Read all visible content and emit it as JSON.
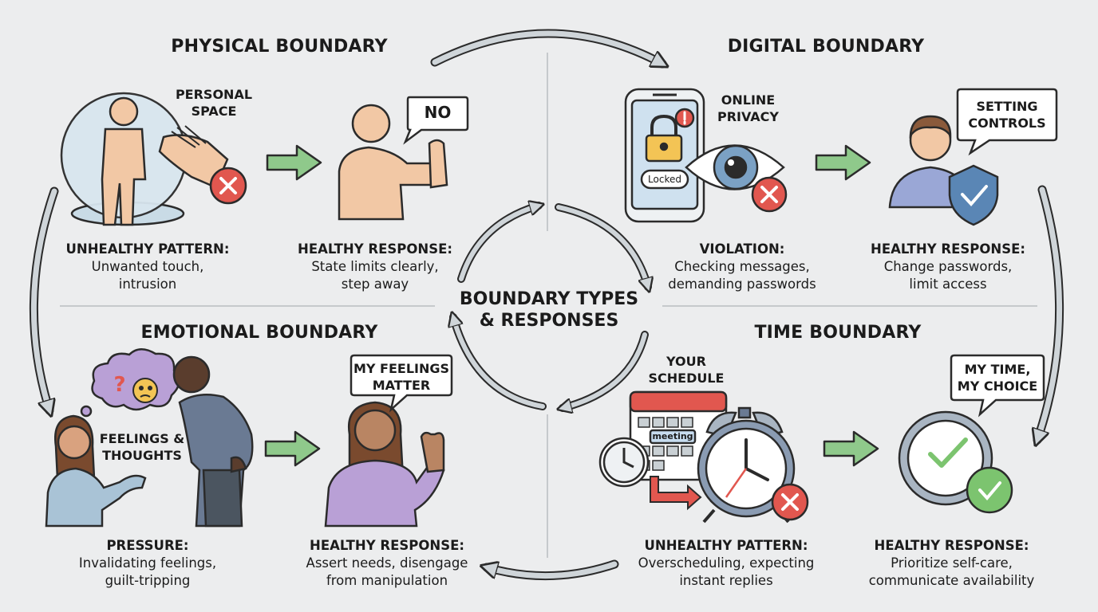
{
  "center_title": [
    "BOUNDARY TYPES",
    "& RESPONSES"
  ],
  "quadrants": {
    "physical": {
      "title": "PHYSICAL BOUNDARY",
      "label": [
        "PERSONAL",
        "SPACE"
      ],
      "bubble": "NO",
      "left_heading": "UNHEALTHY PATTERN:",
      "left_text": [
        "Unwanted touch,",
        "intrusion"
      ],
      "right_heading": "HEALTHY RESPONSE:",
      "right_text": [
        "State limits clearly,",
        "step away"
      ]
    },
    "digital": {
      "title": "DIGITAL BOUNDARY",
      "label": [
        "ONLINE",
        "PRIVACY"
      ],
      "phone_badge": "Locked",
      "bubble": [
        "SETTING",
        "CONTROLS"
      ],
      "left_heading": "VIOLATION:",
      "left_text": [
        "Checking messages,",
        "demanding passwords"
      ],
      "right_heading": "HEALTHY RESPONSE:",
      "right_text": [
        "Change passwords,",
        "limit access"
      ]
    },
    "emotional": {
      "title": "EMOTIONAL BOUNDARY",
      "label": [
        "FEELINGS &",
        "THOUGHTS"
      ],
      "thought_glyph": "?",
      "bubble": [
        "MY FEELINGS",
        "MATTER"
      ],
      "left_heading": "PRESSURE:",
      "left_text": [
        "Invalidating feelings,",
        "guilt-tripping"
      ],
      "right_heading": "HEALTHY RESPONSE:",
      "right_text": [
        "Assert needs, disengage",
        "from manipulation"
      ]
    },
    "time": {
      "title": "TIME BOUNDARY",
      "label": [
        "YOUR",
        "SCHEDULE"
      ],
      "calendar_tag": "meeting",
      "bubble": [
        "MY TIME,",
        "MY CHOICE"
      ],
      "left_heading": "UNHEALTHY PATTERN:",
      "left_text": [
        "Overscheduling, expecting",
        "instant replies"
      ],
      "right_heading": "HEALTHY RESPONSE:",
      "right_text": [
        "Prioritize self-care,",
        "communicate availability"
      ]
    }
  },
  "colors": {
    "background": "#ecedee",
    "outline": "#2b2b2b",
    "skin": "#f2c8a5",
    "green_arrow": "#8fc98b",
    "red_x": "#e1574f",
    "cycle_arrow": "#c9d0d4",
    "check_green": "#7cc46f",
    "shield_blue": "#5a86b5",
    "purple": "#b9a0d6"
  }
}
